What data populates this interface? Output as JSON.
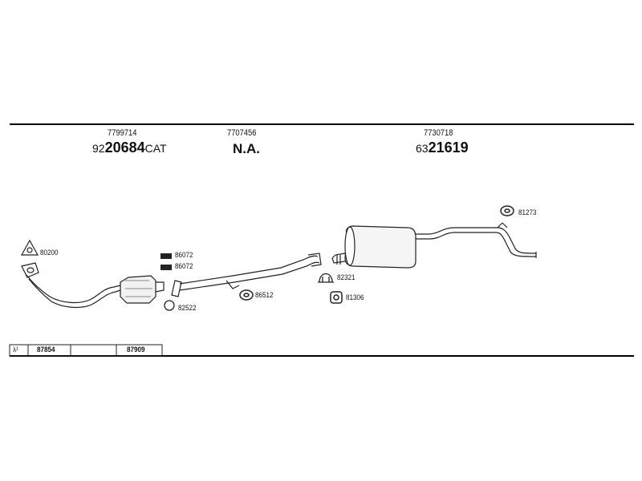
{
  "sections": [
    {
      "oe_number": "7799714",
      "part_prefix": "92",
      "part_main": "20684",
      "part_suffix": "CAT"
    },
    {
      "oe_number": "7707456",
      "part_text": "N.A."
    },
    {
      "oe_number": "7730718",
      "part_prefix": "63",
      "part_main": "21619",
      "part_suffix": ""
    }
  ],
  "parts": {
    "gasket_front": "80200",
    "gasket_mid_a": "86072",
    "gasket_mid_b": "86072",
    "ring_mid": "82522",
    "hanger_mid": "86512",
    "clamp_rear": "82321",
    "mount_rear": "81306",
    "hanger_rear": "81273"
  },
  "bottom_table": {
    "lambda_symbol": "λ¹",
    "cell1": "87854",
    "cell2": "",
    "cell3": "87909"
  }
}
